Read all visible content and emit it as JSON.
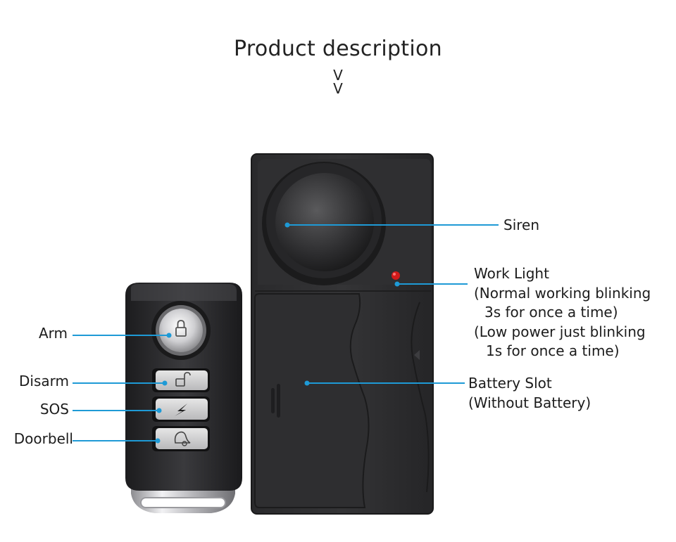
{
  "header": {
    "title": "Product description",
    "chevron_1": "V",
    "chevron_2": "V"
  },
  "labels": {
    "arm": "Arm",
    "disarm": "Disarm",
    "sos": "SOS",
    "doorbell": "Doorbell",
    "siren": "Siren",
    "work_light": "Work Light",
    "work_light_note_1": "(Normal working blinking",
    "work_light_note_2": "3s for once a time)",
    "work_light_note_3": "(Low power just blinking",
    "work_light_note_4": "1s for once a time)",
    "battery_slot": "Battery Slot",
    "battery_note": "(Without Battery)"
  },
  "colors": {
    "leader_line": "#1e9ad6",
    "device_body": "#2b2b2d",
    "led": "#d11a1a"
  },
  "icons": {
    "arm_button": "lock-icon",
    "disarm_button": "unlock-icon",
    "sos_button": "lightning-icon",
    "doorbell_button": "bell-icon"
  }
}
